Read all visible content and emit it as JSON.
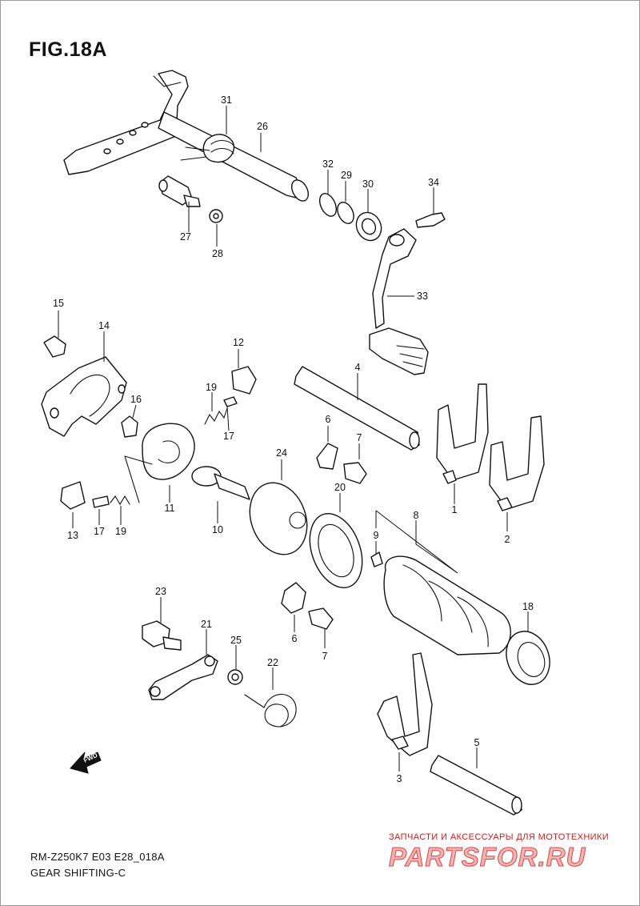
{
  "figure": {
    "title": "FIG.18A",
    "code": "RM-Z250K7 E03 E28_018A",
    "caption": "GEAR SHIFTING-C"
  },
  "fwd_label": "FWD",
  "callouts": [
    {
      "id": "c31",
      "label": "31"
    },
    {
      "id": "c26",
      "label": "26"
    },
    {
      "id": "c32",
      "label": "32"
    },
    {
      "id": "c29",
      "label": "29"
    },
    {
      "id": "c30",
      "label": "30"
    },
    {
      "id": "c34",
      "label": "34"
    },
    {
      "id": "c27",
      "label": "27"
    },
    {
      "id": "c28",
      "label": "28"
    },
    {
      "id": "c33",
      "label": "33"
    },
    {
      "id": "c15",
      "label": "15"
    },
    {
      "id": "c14",
      "label": "14"
    },
    {
      "id": "c12",
      "label": "12"
    },
    {
      "id": "c4",
      "label": "4"
    },
    {
      "id": "c19a",
      "label": "19"
    },
    {
      "id": "c16",
      "label": "16"
    },
    {
      "id": "c17a",
      "label": "17"
    },
    {
      "id": "c6a",
      "label": "6"
    },
    {
      "id": "c7a",
      "label": "7"
    },
    {
      "id": "c24",
      "label": "24"
    },
    {
      "id": "c20",
      "label": "20"
    },
    {
      "id": "c1",
      "label": "1"
    },
    {
      "id": "c2",
      "label": "2"
    },
    {
      "id": "c11",
      "label": "11"
    },
    {
      "id": "c10",
      "label": "10"
    },
    {
      "id": "c13",
      "label": "13"
    },
    {
      "id": "c17b",
      "label": "17"
    },
    {
      "id": "c19b",
      "label": "19"
    },
    {
      "id": "c8",
      "label": "8"
    },
    {
      "id": "c9",
      "label": "9"
    },
    {
      "id": "c23",
      "label": "23"
    },
    {
      "id": "c21",
      "label": "21"
    },
    {
      "id": "c25",
      "label": "25"
    },
    {
      "id": "c22",
      "label": "22"
    },
    {
      "id": "c6b",
      "label": "6"
    },
    {
      "id": "c7b",
      "label": "7"
    },
    {
      "id": "c18",
      "label": "18"
    },
    {
      "id": "c3",
      "label": "3"
    },
    {
      "id": "c5",
      "label": "5"
    }
  ],
  "watermark": {
    "tagline": "ЗАПЧАСТИ И АКСЕССУАРЫ ДЛЯ МОТОТЕХНИКИ",
    "logo": "PARTSFOR.RU"
  },
  "colors": {
    "line": "#111111",
    "watermark_red": "#cc1b1b",
    "watermark_pink": "#f2b3b3"
  }
}
